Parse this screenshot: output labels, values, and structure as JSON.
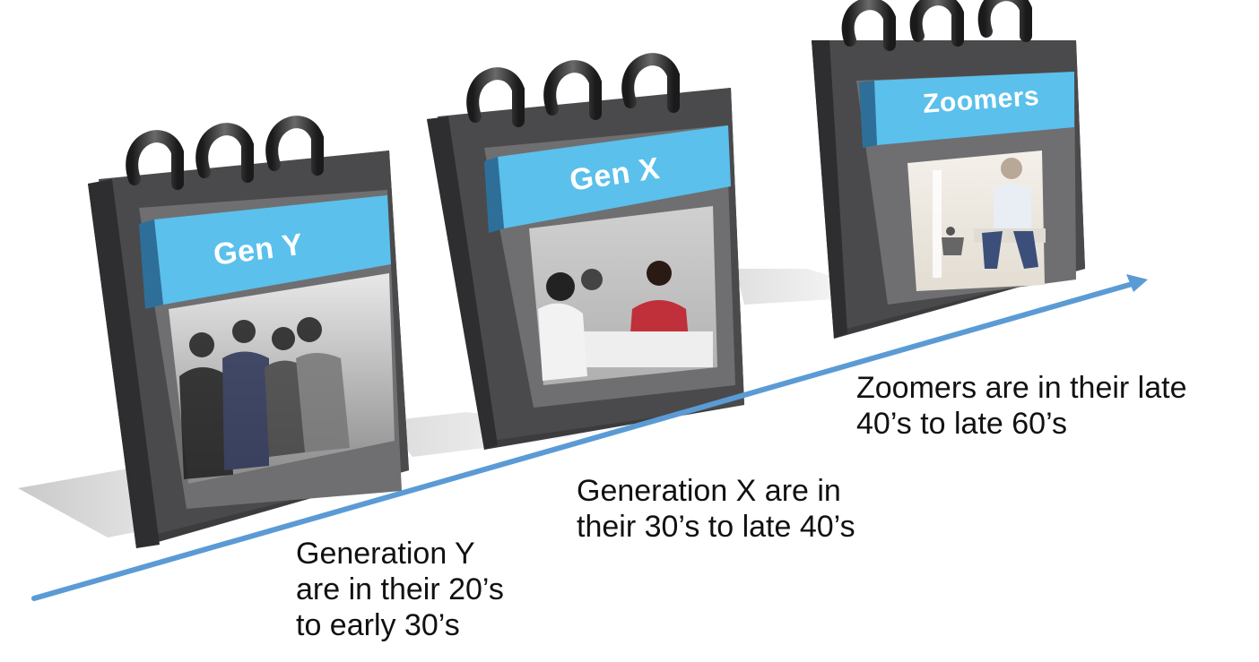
{
  "calendars": [
    {
      "title": "Gen Y",
      "photo_icon": "group-of-young-people-photo"
    },
    {
      "title": "Gen X",
      "photo_icon": "office-meeting-photo"
    },
    {
      "title": "Zoomers",
      "photo_icon": "man-with-phone-photo"
    }
  ],
  "captions": {
    "gen_y": "Generation Y\nare in their 20’s\nto early 30’s",
    "gen_x": "Generation X are in\ntheir 30’s to late 40’s",
    "zoomers": "Zoomers are in their late\n40’s to late 60’s"
  },
  "colors": {
    "calendar_body": "#4a4a4c",
    "calendar_frame": "#707072",
    "title_band": "#5bc0eb",
    "timeline_arrow": "#5b9bd5"
  }
}
